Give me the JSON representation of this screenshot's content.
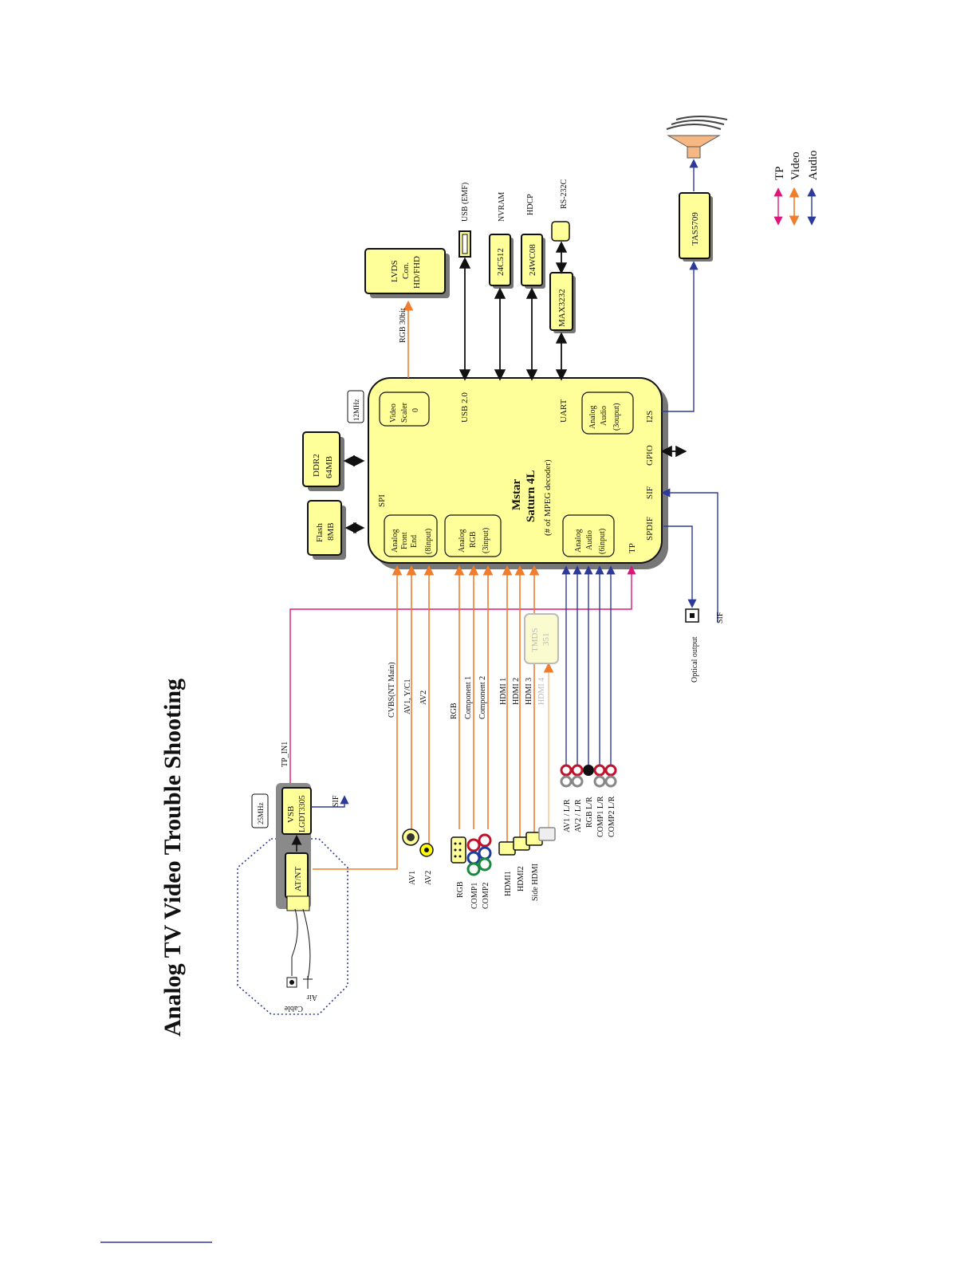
{
  "title": "Analog TV Video Trouble Shooting",
  "chip": {
    "vendor": "Mstar",
    "name": "Saturn 4L",
    "note": "(# of MPEG decoder)"
  },
  "chip_blocks": {
    "afe": [
      "Analog",
      "Front",
      "End",
      "(8input)"
    ],
    "rgb": [
      "Analog",
      "RGB",
      "(3input)"
    ],
    "audio_in": [
      "Analog",
      "Audio",
      "(6input)"
    ],
    "scaler": [
      "Video",
      "Scaler",
      "0"
    ],
    "audio_out": [
      "Analog",
      "Audio",
      "(3ouput)"
    ]
  },
  "chip_ports": {
    "spi": "SPI",
    "usb": "USB 2.0",
    "uart": "UART",
    "i2s": "I2S",
    "gpio": "GPIO",
    "sif": "SIF",
    "spdif": "SPDIF",
    "tp": "TP"
  },
  "components": {
    "flash": [
      "Flash",
      "8MB"
    ],
    "ddr": [
      "DDR2",
      "64MB"
    ],
    "xtal_main": "12MHz",
    "xtal_tuner": "25MHz",
    "lvds": [
      "LVDS",
      "Con.",
      "HD/FHD"
    ],
    "nvram_chip": "24C512",
    "hdcp_chip": "24WC08",
    "max": "MAX3232",
    "amp": "TAS5709",
    "tuner_demod": [
      "VSB",
      "LGDT3305"
    ],
    "tuner": "AT/NT",
    "tmds": [
      "TMDS",
      "351"
    ]
  },
  "labels": {
    "rgb30": "RGB 30bit",
    "usb_emf": "USB (EMF)",
    "nvram": "NVRAM",
    "hdcp": "HDCP",
    "rs232": "RS-232C",
    "tp_in": "TP_IN1",
    "sif_tuner": "SIF",
    "optical": "Optical output",
    "sif_bottom": "SIF",
    "air": "Air",
    "cable": "Cable"
  },
  "video_inputs": [
    "CVBS(NT Main)",
    "AV1, Y/C1",
    "AV2",
    "RGB",
    "Component 1",
    "Component 2",
    "HDMI 1",
    "HDMI 2",
    "HDMI 3",
    "HDMI 4"
  ],
  "connectors": [
    "AV1",
    "AV2",
    "RGB",
    "COMP1",
    "COMP2",
    "HDMI1",
    "HDMI2",
    "Side HDMI"
  ],
  "audio_inputs": [
    "AV1 / L/R",
    "AV2 / L/R",
    "RGB L/R",
    "COMP1 L/R",
    "COMP2 L/R"
  ],
  "legend": [
    {
      "label": "TP",
      "color": "#e0157b"
    },
    {
      "label": "Video",
      "color": "#ef7d2c"
    },
    {
      "label": "Audio",
      "color": "#2e3a9a"
    }
  ],
  "colors": {
    "block_fill": "#ffff99",
    "video": "#ef7d2c",
    "audio": "#2e3a9a",
    "tp": "#e0157b"
  }
}
